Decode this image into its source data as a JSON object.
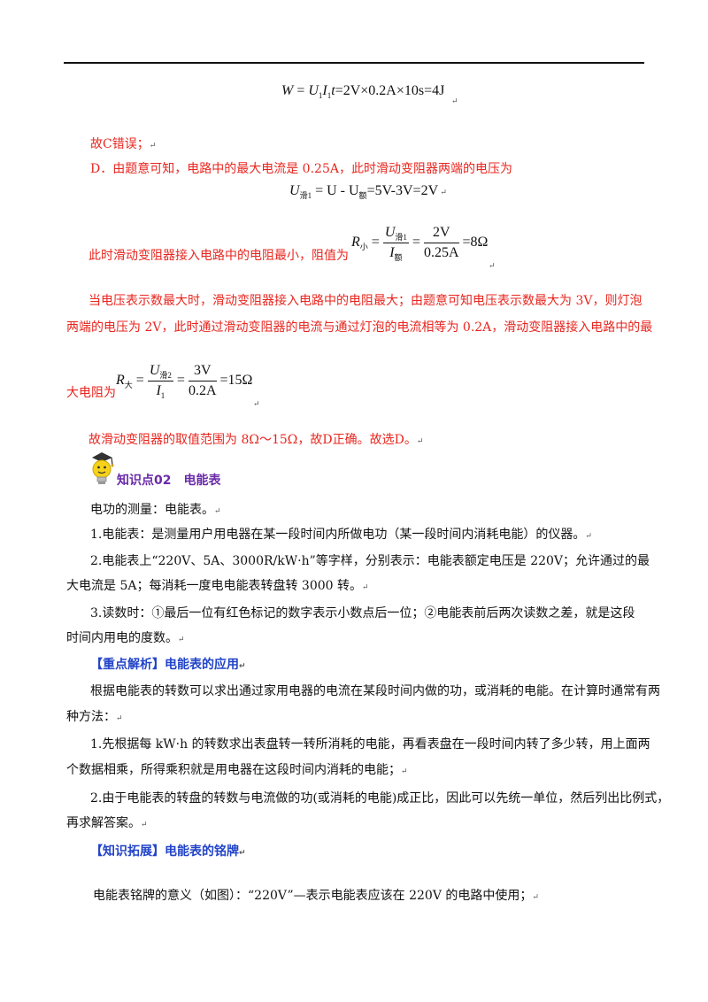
{
  "eq_w": {
    "lhs": "W",
    "eq": " = ",
    "u": "U",
    "u_sub": "1",
    "i": "I",
    "i_sub": "1",
    "t": "t",
    "rest": "=2V×0.2A×10s=4J"
  },
  "line_c": "故C错误；",
  "line_d": "D．由题意可知，电路中的最大电流是 0.25A，此时滑动变阻器两端的电压为",
  "eq_u": {
    "u": "U",
    "sub1": "滑1",
    "mid": " = U - U",
    "sub2": "额",
    "rest": "=5V-3V=2V"
  },
  "line_min_prefix": "此时滑动变阻器接入电路中的电阻最小，阻值为",
  "eq_rmin": {
    "r": "R",
    "r_sub": "小",
    "num_u": "U",
    "num_sub": "滑1",
    "den_i": "I",
    "den_sub": "额",
    "num2": "2V",
    "den2": "0.25A",
    "result": "=8Ω"
  },
  "para_max": [
    "当电压表示数最大时，滑动变阻器接入电路中的电阻最大；由题意可知电压表示数最大为 3V，则灯泡",
    "两端的电压为 2V，此时通过滑动变阻器的电流与通过灯泡的电流相等为 0.2A，滑动变阻器接入电路中的最"
  ],
  "line_max_prefix": "大电阻为",
  "eq_rmax": {
    "r": "R",
    "r_sub": "大",
    "num_u": "U",
    "num_sub": "滑2",
    "den_i": "I",
    "den_sub": "1",
    "num2": "3V",
    "den2": "0.2A",
    "result": "=15Ω"
  },
  "line_range": "故滑动变阻器的取值范围为 8Ω～15Ω，故D正确。故选D。",
  "section_title": "知识点02　电能表",
  "p1": "电功的测量：电能表。",
  "p2": "1.电能表：是测量用户用电器在某一段时间内所做电功（某一段时间内消耗电能）的仪器。",
  "p3": [
    "2.电能表上“220V、5A、3000R/kW·h”等字样，分别表示：电能表额定电压是 220V；允许通过的最",
    "大电流是 5A；每消耗一度电电能表转盘转 3000 转。"
  ],
  "p4": [
    "3.读数时：①最后一位有红色标记的数字表示小数点后一位；②电能表前后两次读数之差，就是这段",
    "时间内用电的度数。"
  ],
  "focus_title": "【重点解析】电能表的应用",
  "p5": [
    "根据电能表的转数可以求出通过家用电器的电流在某段时间内做的功，或消耗的电能。在计算时通常有两",
    "种方法："
  ],
  "p6": [
    "1.先根据每 kW·h 的转数求出表盘转一转所消耗的电能，再看表盘在一段时间内转了多少转，用上面两",
    "个数据相乘，所得乘积就是用电器在这段时间内消耗的电能；"
  ],
  "p7": [
    "2.由于电能表的转盘的转数与电流做的功(或消耗的电能)成正比，因此可以先统一单位，然后列出比例式，",
    "再求解答案。"
  ],
  "ext_title": "【知识拓展】电能表的铭牌",
  "p8": "电能表铭牌的意义（如图）：“220V”—表示电能表应该在 220V 的电路中使用；"
}
